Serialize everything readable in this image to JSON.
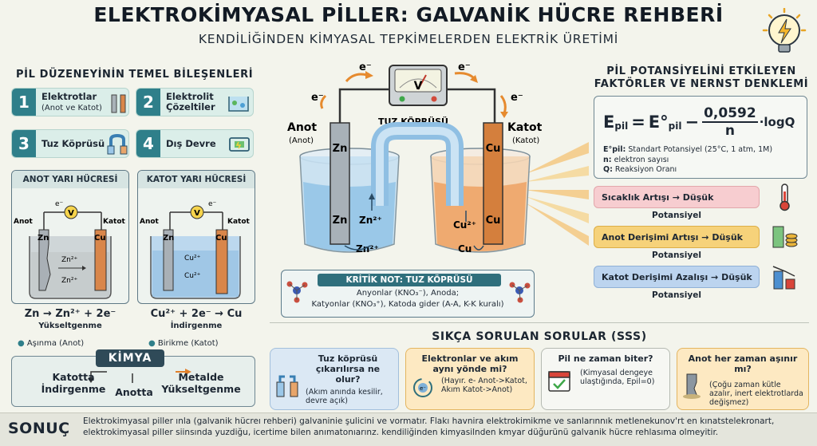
{
  "header": {
    "title": "ELEKTROKİMYASAL PİLLER: GALVANİK HÜCRE REHBERİ",
    "subtitle": "KENDİLİĞİNDEN KİMYASAL TEPKİMELERDEN ELEKTRİK ÜRETİMİ"
  },
  "components": {
    "title": "PİL DÜZENEYİNİN TEMEL BİLEŞENLERİ",
    "items": [
      {
        "num": "1",
        "label": "Elektrotlar",
        "sub": "(Anot ve Katot)"
      },
      {
        "num": "2",
        "label": "Elektrolit",
        "sub": "Çözeltiler"
      },
      {
        "num": "3",
        "label": "Tuz Köprüsü",
        "sub": ""
      },
      {
        "num": "4",
        "label": "Dış Devre",
        "sub": ""
      }
    ]
  },
  "anode_half": {
    "header": "ANOT YARI HÜCRESİ",
    "left_label": "Anot",
    "right_label": "Katot",
    "meter": "V",
    "electron": "e⁻",
    "electrode": "Zn",
    "other_electrode": "Cu",
    "ion1": "Zn²⁺",
    "ion2": "Zn²⁺",
    "equation": "Zn → Zn²⁺ + 2e⁻",
    "process": "Yükseltgenme",
    "note": "Aşınma (Anot)"
  },
  "cathode_half": {
    "header": "KATOT YARI HÜCRESİ",
    "left_label": "Anot",
    "right_label": "Katot",
    "meter": "V",
    "electron": "e⁻",
    "electrode": "Zn",
    "other_electrode": "Cu",
    "ion1": "Cu²⁺",
    "ion2": "Cu²⁺",
    "equation": "Cu²⁺ + 2e⁻ → Cu",
    "process": "İndirgenme",
    "note": "Birikme (Katot)"
  },
  "mnemonic": {
    "title": "KİMYA",
    "left": "Katotta İndirgenme",
    "center": "Anotta",
    "right": "Metalde Yükseltgenme"
  },
  "cell": {
    "electron_left": "e⁻",
    "electron_right": "e⁻",
    "electron_top_left": "e⁻",
    "electron_top_right": "e⁻",
    "voltmeter": "V",
    "anode_title": "Anot",
    "anode_sub": "(Anot)",
    "cathode_title": "Katot",
    "cathode_sub": "(Katot)",
    "bridge_label": "TUZ KÖPRÜSÜ",
    "zn_top": "Zn",
    "zn_bottom": "Zn",
    "cu_top": "Cu",
    "cu_bottom": "Cu",
    "zn_ion": "Zn²⁺",
    "zn_ion2": "Zn²⁺",
    "cu_ion": "Cu²⁺",
    "cu_metal": "Cu"
  },
  "critical_note": {
    "title": "KRİTİK NOT: TUZ KÖPRÜSÜ",
    "line1": "Anyonlar (KNO₃⁻), Anoda;",
    "line2": "Katyonlar (KNO₃⁺), Katoda gider (A-A, K-K kuralı)"
  },
  "factors": {
    "title_line1": "PİL POTANSİYELİNİ ETKİLEYEN",
    "title_line2": "FAKTÖRLER VE NERNST DENKLEMİ",
    "nernst": {
      "lhs": "E",
      "lhs_sub": "pil",
      "eq": "=",
      "e0": "E°",
      "e0_sub": "pil",
      "minus": "−",
      "num": "0,0592",
      "den": "n",
      "logq": "·logQ"
    },
    "legend": [
      {
        "term": "E°pil:",
        "desc": "Standart Potansiyel (25°C, 1 atm, 1M)"
      },
      {
        "term": "n:",
        "desc": "elektron sayısı"
      },
      {
        "term": "Q:",
        "desc": "Reaksiyon Oranı"
      }
    ],
    "items": [
      {
        "label": "Sıcaklık Artışı → Düşük",
        "sub": "Potansiyel",
        "color": "#f7cdd0"
      },
      {
        "label": "Anot Derişimi Artışı → Düşük",
        "sub": "Potansiyel",
        "color": "#f6d27a"
      },
      {
        "label": "Katot Derişimi Azalışı → Düşük",
        "sub": "Potansiyel",
        "color": "#bcd4ef"
      }
    ]
  },
  "faq": {
    "title": "SIKÇA SORULAN SORULAR (SSS)",
    "items": [
      {
        "q": "Tuz köprüsü çıkarılırsa ne olur?",
        "a": "(Akım anında kesilir, devre açık)"
      },
      {
        "q": "Elektronlar ve akım aynı yönde mi?",
        "a": "(Hayır. e- Anot->Katot, Akım Katot->Anot)"
      },
      {
        "q": "Pil ne zaman biter?",
        "a": "(Kimyasal dengeye ulaştığında, Epil=0)"
      },
      {
        "q": "Anot her zaman aşınır mı?",
        "a": "(Çoğu zaman kütle azalır, inert elektrotlarda değişmez)"
      }
    ]
  },
  "conclusion": {
    "label": "SONUÇ",
    "text": "Elektrokimyasal piller ınla (galvanik hücreı rehberi) galvaninie şulicini ve vormatır. Flakı havnira elektrokimikme ve sanlarınnık metlenekunov'rt en kınatstelekronart, elektrokimyasal piller siinsında yuzdiğu, icertime bilen anımatonıarınz. kendiliğinden kimyasilnden kmyar düğurünü galvanik hücre rehlasıma olmeyitir."
  }
}
